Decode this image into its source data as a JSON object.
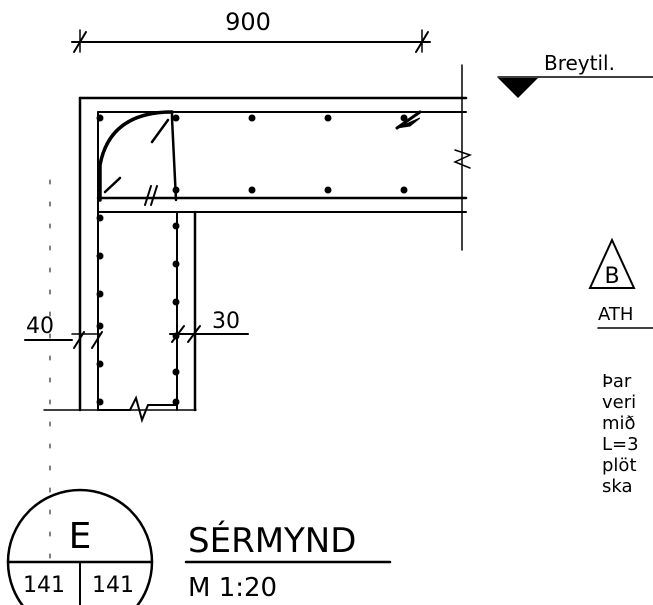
{
  "dimensions": {
    "top": "900",
    "left": "40",
    "right": "30"
  },
  "level_label": "Breytil.",
  "revision": {
    "marker": "B",
    "heading": "ATH",
    "note_lines": [
      "Þar",
      "veri",
      "mið",
      "L=3",
      "plöt",
      "ska"
    ]
  },
  "detail": {
    "letter": "E",
    "sheet_left": "141",
    "sheet_right": "141",
    "title": "SÉRMYND",
    "scale": "M  1:20"
  },
  "rebar_marks": {
    "slash": "//"
  }
}
